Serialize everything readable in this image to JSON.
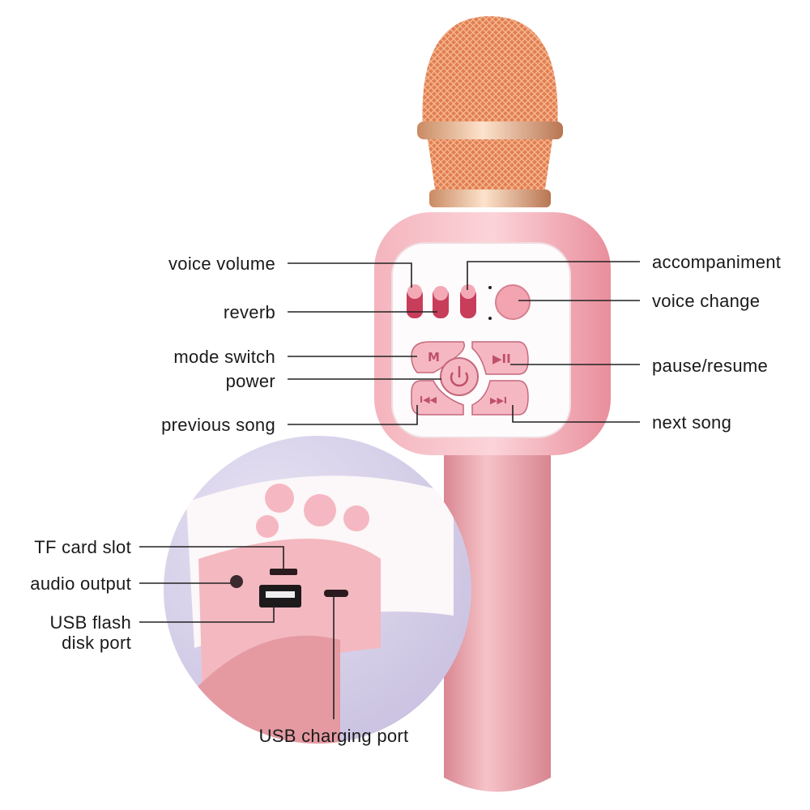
{
  "labels": {
    "voice_volume": "voice volume",
    "reverb": "reverb",
    "mode_switch": "mode switch",
    "power": "power",
    "previous_song": "previous song",
    "accompaniment": "accompaniment",
    "voice_change": "voice change",
    "pause_resume": "pause/resume",
    "next_song": "next song",
    "tf_card_slot": "TF card slot",
    "audio_output": "audio output",
    "usb_flash_line1": "USB flash",
    "usb_flash_line2": "disk port",
    "usb_charging_port": "USB charging port"
  },
  "button_glyphs": {
    "mode": "M",
    "pause": "▶II",
    "prev": "I◀◀",
    "next": "▶▶I"
  },
  "colors": {
    "mesh": "#e8855a",
    "gold": "#e9b98f",
    "body_pink": "#f2a9b4",
    "handle_pink": "#e99aa3",
    "button_pink": "#f5b8c2"
  }
}
